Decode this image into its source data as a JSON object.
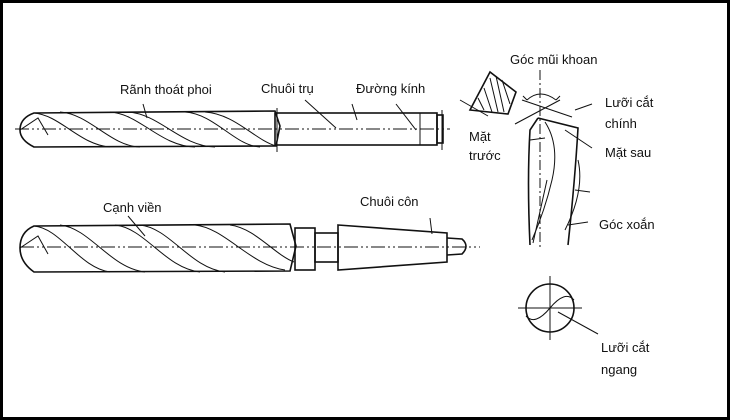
{
  "labels": {
    "flute": "Rãnh thoát phoi",
    "straight_shank": "Chuôi trụ",
    "diameter": "Đường kính",
    "margin": "Cạnh viền",
    "taper_shank": "Chuôi côn",
    "point_angle": "Góc mũi khoan",
    "main_cutting_edge_1": "Lưỡi cắt",
    "main_cutting_edge_2": "chính",
    "rake_face_1": "Mặt",
    "rake_face_2": "trước",
    "flank_face": "Mặt sau",
    "helix_angle": "Góc xoắn",
    "chisel_edge_1": "Lưỡi cắt",
    "chisel_edge_2": "ngang"
  }
}
